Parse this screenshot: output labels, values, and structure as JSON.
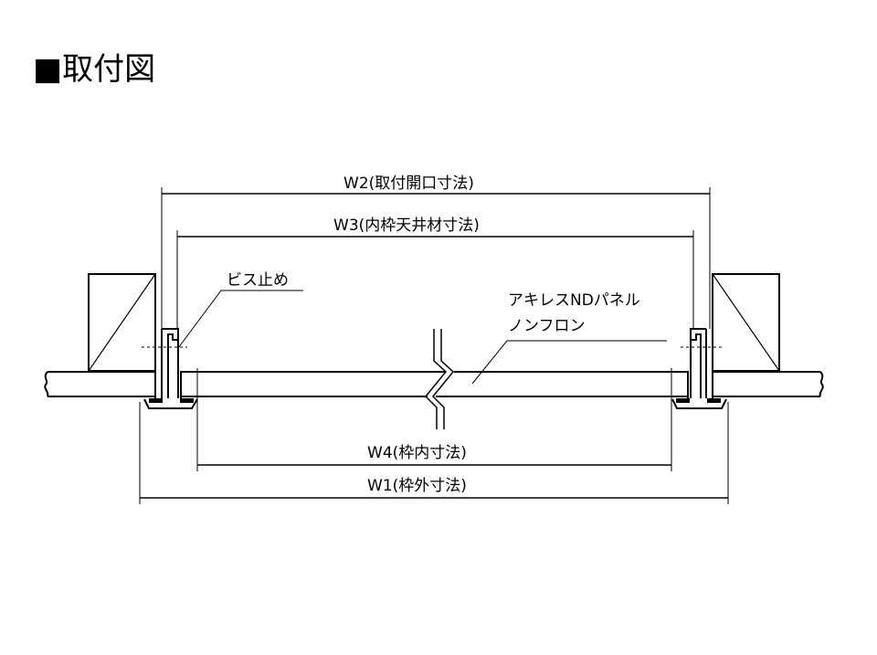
{
  "title": "■取付図",
  "dimensions": {
    "w2": {
      "label": "W",
      "sub": "2",
      "text": "(取付開口寸法)"
    },
    "w3": {
      "label": "W",
      "sub": "3",
      "text": "(内枠天井材寸法)"
    },
    "w4": {
      "label": "W",
      "sub": "4",
      "text": "(枠内寸法)"
    },
    "w1": {
      "label": "W",
      "sub": "1",
      "text": "(枠外寸法)"
    }
  },
  "callouts": {
    "screw": "ビス止め",
    "panel_line1": "アキレスNDパネル",
    "panel_line2": "ノンフロン"
  }
}
